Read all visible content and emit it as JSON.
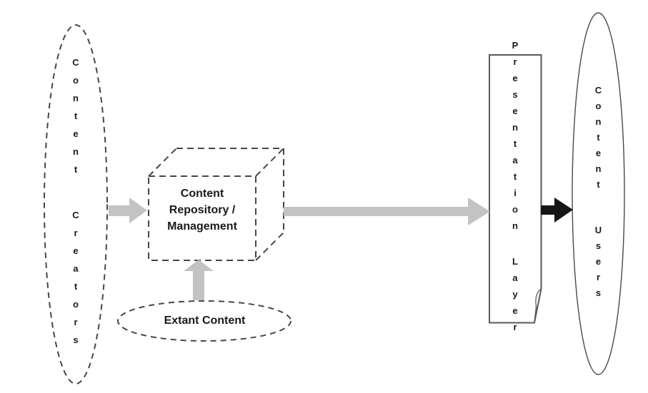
{
  "figure": {
    "type": "flow-diagram",
    "nodes": {
      "creators": {
        "label": "Content Creators",
        "shape": "dashed-ellipse"
      },
      "repository": {
        "lines": [
          "Content",
          "Repository /",
          "Management"
        ],
        "shape": "dashed-cube"
      },
      "extant": {
        "label": "Extant Content",
        "shape": "dashed-ellipse"
      },
      "presentation": {
        "label": "Presentation Layer",
        "shape": "document-box"
      },
      "users": {
        "label": "Content Users",
        "shape": "ellipse"
      }
    },
    "edges": [
      {
        "from": "creators",
        "to": "repository",
        "style": "gray-arrow"
      },
      {
        "from": "extant",
        "to": "repository",
        "style": "gray-arrow"
      },
      {
        "from": "repository",
        "to": "presentation",
        "style": "gray-arrow"
      },
      {
        "from": "presentation",
        "to": "users",
        "style": "black-arrow"
      }
    ],
    "colors": {
      "arrow_gray": "#c3c3c3",
      "arrow_black": "#161616",
      "stroke_dark": "#474747"
    }
  }
}
